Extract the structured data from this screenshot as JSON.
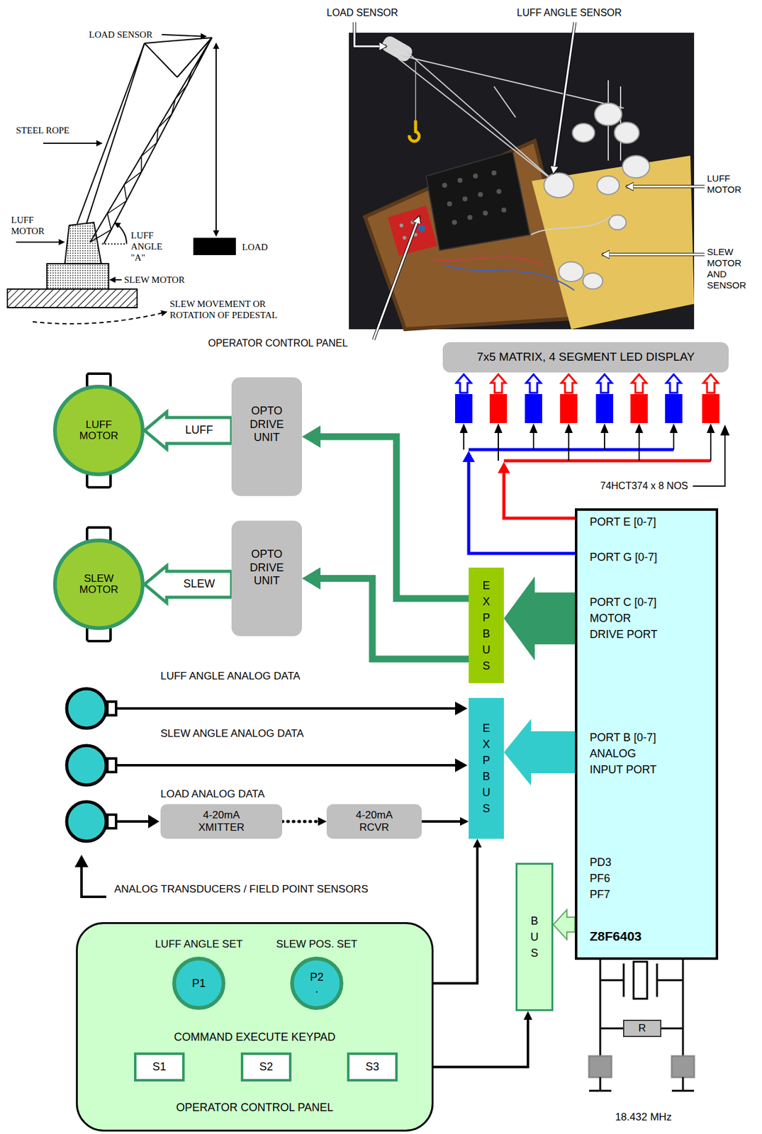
{
  "diagram": {
    "nodes": [
      {
        "text": [
          "7x5 MATRIX, 4 SEGMENT LED DISPLAY"
        ]
      },
      {
        "text": [
          "LUFF MOTOR"
        ]
      },
      {
        "text": [
          "OPTO DRIVE UNIT"
        ]
      },
      {
        "text": [
          "PORT E [0-7]",
          "PORT G [0-7]",
          "PORT C [0-7] MOTOR DRIVE PORT",
          "PORT B [0-7] ANALOG INPUT PORT",
          "PD3 PF6 PF7",
          "Z8F6403"
        ]
      },
      {
        "text": [
          "SLEW MOTOR"
        ]
      },
      {
        "text": [
          "OPTO DRIVE UNIT"
        ]
      },
      {
        "text": [
          "EXP BUS"
        ]
      },
      {
        "text": [
          "EXP BUS"
        ]
      },
      {
        "text": [
          "4-20mA XMITTER"
        ]
      },
      {
        "text": [
          "4-20mA RCVR"
        ]
      },
      {
        "text": [
          "BUS"
        ]
      },
      {
        "text": [
          "COMMAND EXECUTE KEYPAD",
          "OPERATOR CONTROL PANEL"
        ]
      },
      {
        "text": [
          "LUFF ANGLE SET",
          "P1"
        ],
        "in": 11
      },
      {
        "text": [
          "SLEW POS. SET",
          "P2",
          "."
        ],
        "in": 11
      },
      {
        "text": [
          "S1"
        ],
        "in": 11
      },
      {
        "text": [
          "S2"
        ],
        "in": 11
      },
      {
        "text": [
          "S3"
        ],
        "in": 11
      },
      {
        "text": [
          "R"
        ]
      }
    ],
    "edges": [
      {
        "from": 2,
        "to": 1,
        "arrow": "to",
        "label": "LUFF"
      },
      {
        "from": 5,
        "to": 4,
        "arrow": "to",
        "label": "SLEW"
      },
      {
        "from": 3,
        "to": 6,
        "arrow": "to"
      },
      {
        "from": 6,
        "to": 2,
        "arrow": "to"
      },
      {
        "from": 6,
        "to": 5,
        "arrow": "to"
      },
      {
        "from": 3,
        "to": 7,
        "arrow": "to"
      },
      {
        "from": 8,
        "to": 9,
        "arrow": "to"
      },
      {
        "from": 9,
        "to": 7,
        "arrow": "to"
      },
      {
        "from": 13,
        "to": 7,
        "arrow": "to"
      },
      {
        "from": 12,
        "to": 13,
        "arrow": "none"
      },
      {
        "from": 14,
        "to": 15,
        "arrow": "none"
      },
      {
        "from": 15,
        "to": 16,
        "arrow": "none"
      },
      {
        "from": 16,
        "to": 10,
        "arrow": "to"
      },
      {
        "from": 3,
        "to": 10,
        "arrow": "to"
      }
    ],
    "labels": [
      "LOAD SENSOR",
      "LOAD SENSOR",
      "LUFF ANGLE SENSOR",
      "STEEL ROPE",
      "LUFF MOTOR",
      "LUFF MOTOR",
      "LUFF ANGLE \"A\"",
      "LOAD",
      "SLEW MOTOR",
      "SLEW MOTOR AND SENSOR",
      "SLEW MOVEMENT OR ROTATION OF PEDESTAL",
      "OPERATOR CONTROL PANEL",
      "74HCT374 x 8 NOS",
      "LUFF ANGLE ANALOG DATA",
      "SLEW ANGLE ANALOG DATA",
      "LOAD ANALOG DATA",
      "ANALOG TRANSDUCERS / FIELD POINT SENSORS",
      "18.432 MHz"
    ]
  }
}
